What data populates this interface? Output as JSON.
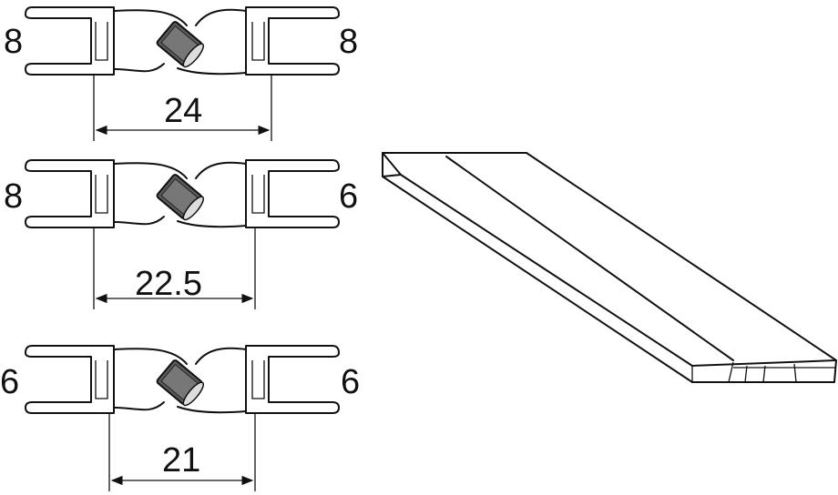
{
  "profiles": [
    {
      "left_size": "8",
      "right_size": "8",
      "dimension": "24"
    },
    {
      "left_size": "8",
      "right_size": "6",
      "dimension": "22.5"
    },
    {
      "left_size": "6",
      "right_size": "6",
      "dimension": "21"
    }
  ],
  "colors": {
    "line": "#111111",
    "magnet": "#555555",
    "background": "#ffffff"
  }
}
